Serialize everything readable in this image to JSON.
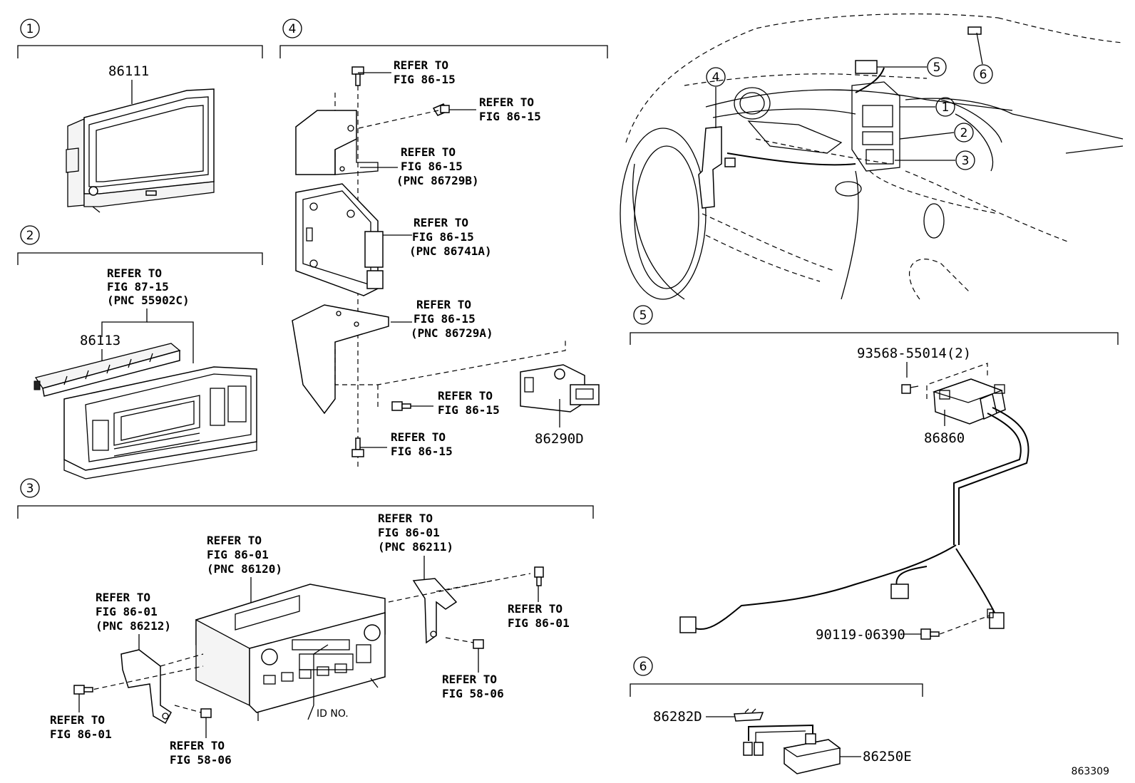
{
  "sections": [
    {
      "id": "1",
      "number": "1"
    },
    {
      "id": "2",
      "number": "2"
    },
    {
      "id": "3",
      "number": "3"
    },
    {
      "id": "4",
      "number": "4"
    },
    {
      "id": "5",
      "number": "5"
    },
    {
      "id": "6",
      "number": "6"
    }
  ],
  "car_callouts": [
    "1",
    "2",
    "3",
    "4",
    "5",
    "6"
  ],
  "part_numbers": {
    "p86111": "86111",
    "p86113": "86113",
    "p86290D": "86290D",
    "p86860": "86860",
    "p93568": "93568-55014(2)",
    "p90119": "90119-06390",
    "p86282D": "86282D",
    "p86250E": "86250E"
  },
  "refs": {
    "s2_top": [
      "REFER TO",
      "FIG 87-15",
      "(PNC 55902C)"
    ],
    "s4_bolt_top": [
      "REFER TO",
      "FIG 86-15"
    ],
    "s4_screw": [
      "REFER TO",
      "FIG 86-15"
    ],
    "s4_bracket_top": [
      "REFER TO",
      "FIG 86-15",
      "(PNC 86729B)"
    ],
    "s4_module": [
      "REFER TO",
      "FIG 86-15",
      "(PNC 86741A)"
    ],
    "s4_bracket_bottom": [
      "REFER TO",
      "FIG 86-15",
      "(PNC 86729A)"
    ],
    "s4_screw_bottom": [
      "REFER TO",
      "FIG 86-15"
    ],
    "s4_bolt_bottom": [
      "REFER TO",
      "FIG 86-15"
    ],
    "s3_radio": [
      "REFER TO",
      "FIG 86-01",
      "(PNC 86120)"
    ],
    "s3_bracket_r": [
      "REFER TO",
      "FIG 86-01",
      "(PNC 86211)"
    ],
    "s3_bracket_l": [
      "REFER TO",
      "FIG 86-01",
      "(PNC 86212)"
    ],
    "s3_screw_r": [
      "REFER TO",
      "FIG 86-01"
    ],
    "s3_bolt_r": [
      "REFER TO",
      "FIG 58-06"
    ],
    "s3_screw_l": [
      "REFER TO",
      "FIG 86-01"
    ],
    "s3_bolt_l": [
      "REFER TO",
      "FIG 58-06"
    ]
  },
  "id_no_label": "ID NO.",
  "diagram_code": "863309"
}
